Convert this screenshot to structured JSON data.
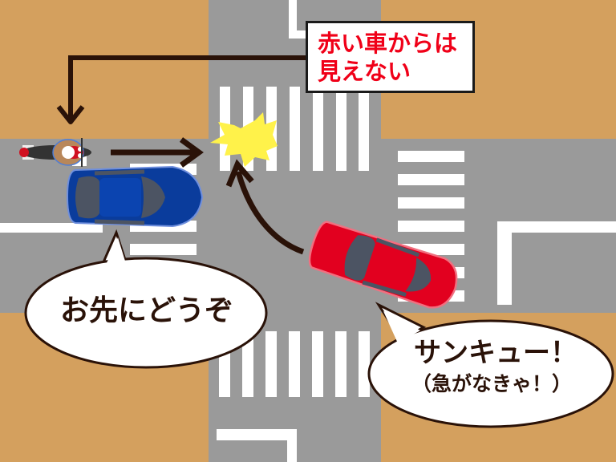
{
  "scene": {
    "description": "Top-down illustration of a four-way intersection showing a right-hook blind-spot collision scenario",
    "colors": {
      "ground": "#D4A05E",
      "road": "#9A9A9A",
      "marking": "#FFFFFF",
      "arrow": "#2A1208",
      "blue_car": "#0A3C9C",
      "red_car": "#E2001F",
      "impact": "#FFF24A",
      "label_text": "#F00018",
      "bubble_text": "#2A1208"
    }
  },
  "label": {
    "lines": [
      "赤い車からは",
      "見えない"
    ]
  },
  "bubbles": {
    "blue_car_speech": "お先にどうぞ",
    "red_car_speech_line1": "サンキュー！",
    "red_car_speech_line2": "（急がなきゃ！）"
  },
  "icons": {
    "motorcycle": "motorcycle-icon",
    "blue_car": "blue-car-icon",
    "red_car": "red-car-icon",
    "impact": "collision-burst-icon",
    "arrows": [
      "bent-arrow-to-motorcycle",
      "motorcycle-path-arrow",
      "red-car-turn-arrow"
    ]
  }
}
